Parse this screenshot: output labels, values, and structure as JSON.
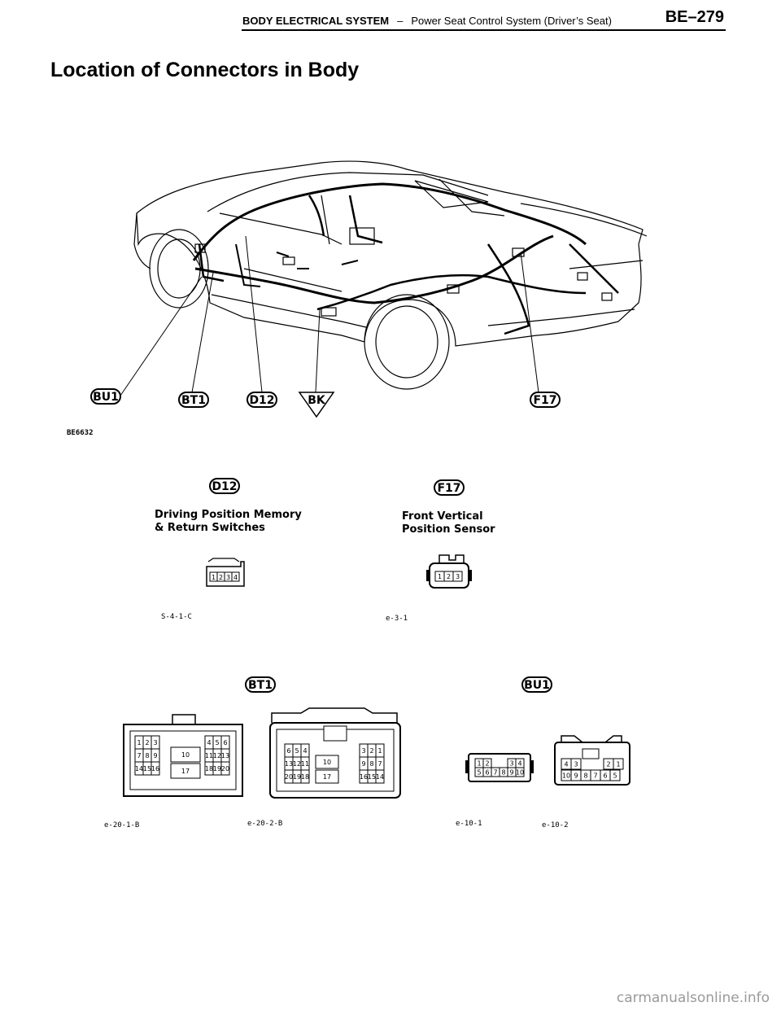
{
  "header": {
    "section": "BODY ELECTRICAL SYSTEM",
    "dash": "–",
    "subsection": "Power Seat Control System (Driver’s Seat)",
    "page": "BE–279"
  },
  "title": "Location of Connectors in Body",
  "figure": {
    "code": "BE6632",
    "callouts": [
      "BU1",
      "BT1",
      "D12",
      "BK",
      "F17"
    ]
  },
  "connectors": {
    "d12": {
      "tag": "D12",
      "name_line1": "Driving Position Memory",
      "name_line2": "& Return Switches",
      "pins": [
        "1",
        "2",
        "3",
        "4"
      ],
      "code": "S-4-1-C"
    },
    "f17": {
      "tag": "F17",
      "name_line1": "Front Vertical",
      "name_line2": "Position Sensor",
      "pins": [
        "1",
        "2",
        "3"
      ],
      "code": "e-3-1"
    },
    "bt1": {
      "tag": "BT1",
      "a_code": "e-20-1-B",
      "b_code": "e-20-2-B",
      "a_pins": [
        "1",
        "2",
        "3",
        "4",
        "5",
        "6",
        "7",
        "8",
        "9",
        "10",
        "11",
        "12",
        "13",
        "14",
        "15",
        "16",
        "17",
        "18",
        "19",
        "20"
      ],
      "b_pins": [
        "6",
        "5",
        "4",
        "3",
        "2",
        "1",
        "13",
        "12",
        "11",
        "10",
        "9",
        "8",
        "7",
        "20",
        "19",
        "18",
        "17",
        "16",
        "15",
        "14"
      ]
    },
    "bu1": {
      "tag": "BU1",
      "a_code": "e-10-1",
      "b_code": "e-10-2",
      "a_pins": [
        "1",
        "2",
        "3",
        "4",
        "5",
        "6",
        "7",
        "8",
        "9",
        "10"
      ],
      "b_pins": [
        "4",
        "3",
        "2",
        "1",
        "10",
        "9",
        "8",
        "7",
        "6",
        "5"
      ]
    }
  },
  "watermark": "carmanualsonline.info"
}
